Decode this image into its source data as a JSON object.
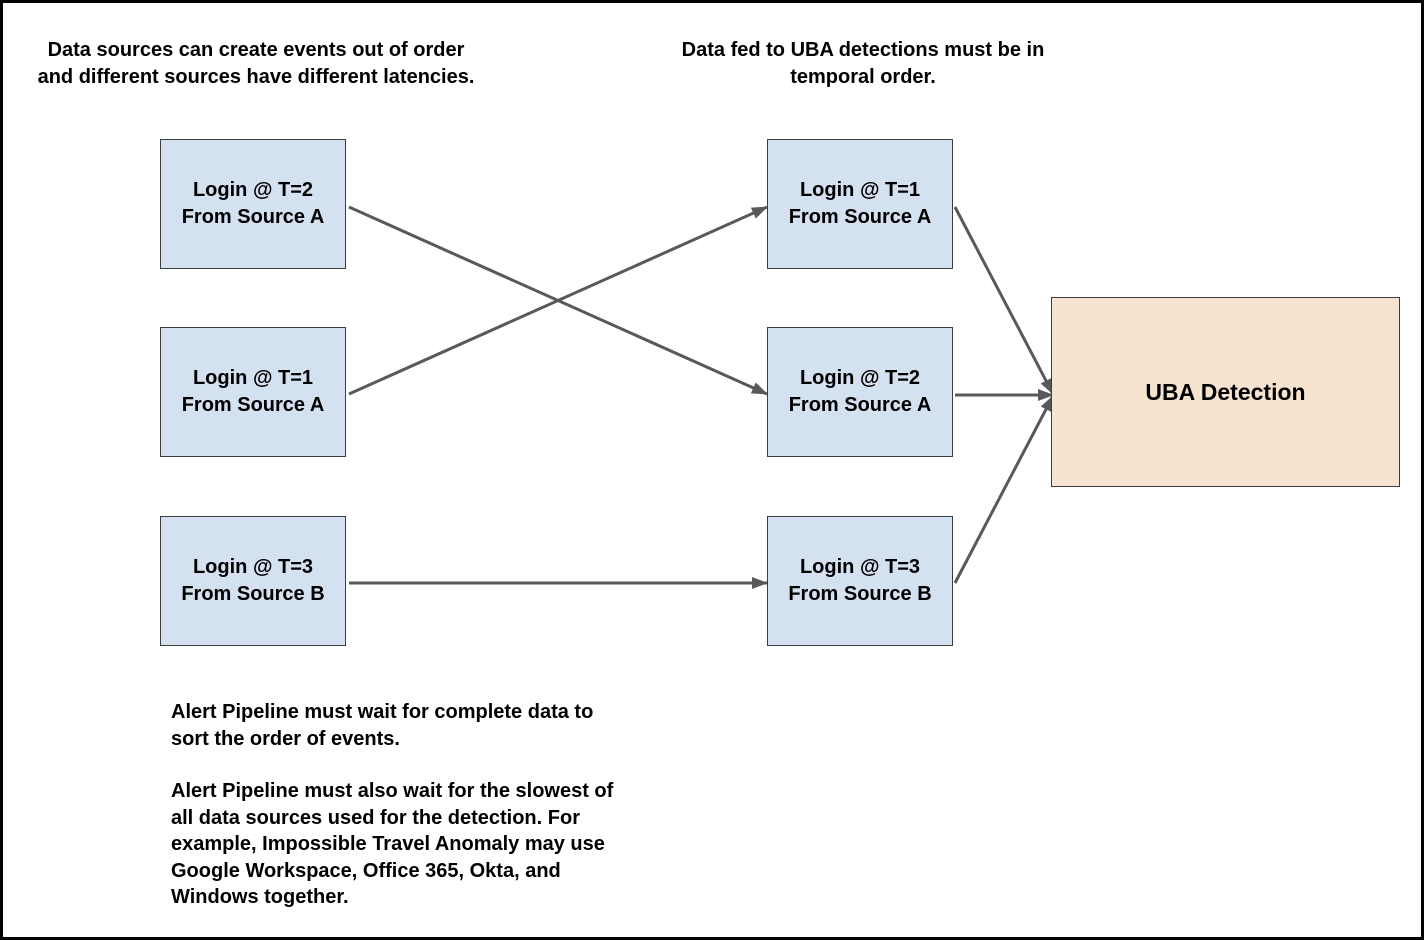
{
  "captions": {
    "left": "Data sources can create events out of order\nand different sources have different latencies.",
    "right": "Data fed to UBA detections must be in\ntemporal order."
  },
  "source_events": [
    {
      "line1": "Login @ T=2",
      "line2": "From Source A"
    },
    {
      "line1": "Login @ T=1",
      "line2": "From Source A"
    },
    {
      "line1": "Login @ T=3",
      "line2": "From Source B"
    }
  ],
  "ordered_events": [
    {
      "line1": "Login @ T=1",
      "line2": "From Source A"
    },
    {
      "line1": "Login @ T=2",
      "line2": "From Source A"
    },
    {
      "line1": "Login @ T=3",
      "line2": "From Source B"
    }
  ],
  "detection": {
    "label": "UBA Detection"
  },
  "notes": {
    "first": "Alert Pipeline must wait for complete data to\nsort the order of events.",
    "second": "Alert Pipeline must also wait for the slowest of\nall data sources used for the detection. For\nexample, Impossible Travel Anomaly may use\nGoogle Workspace, Office 365, Okta, and\nWindows together."
  },
  "colors": {
    "event_fill": "#d4e1f0",
    "detection_fill": "#f6e4d0",
    "arrow": "#595959",
    "border": "#3d3d3d"
  }
}
